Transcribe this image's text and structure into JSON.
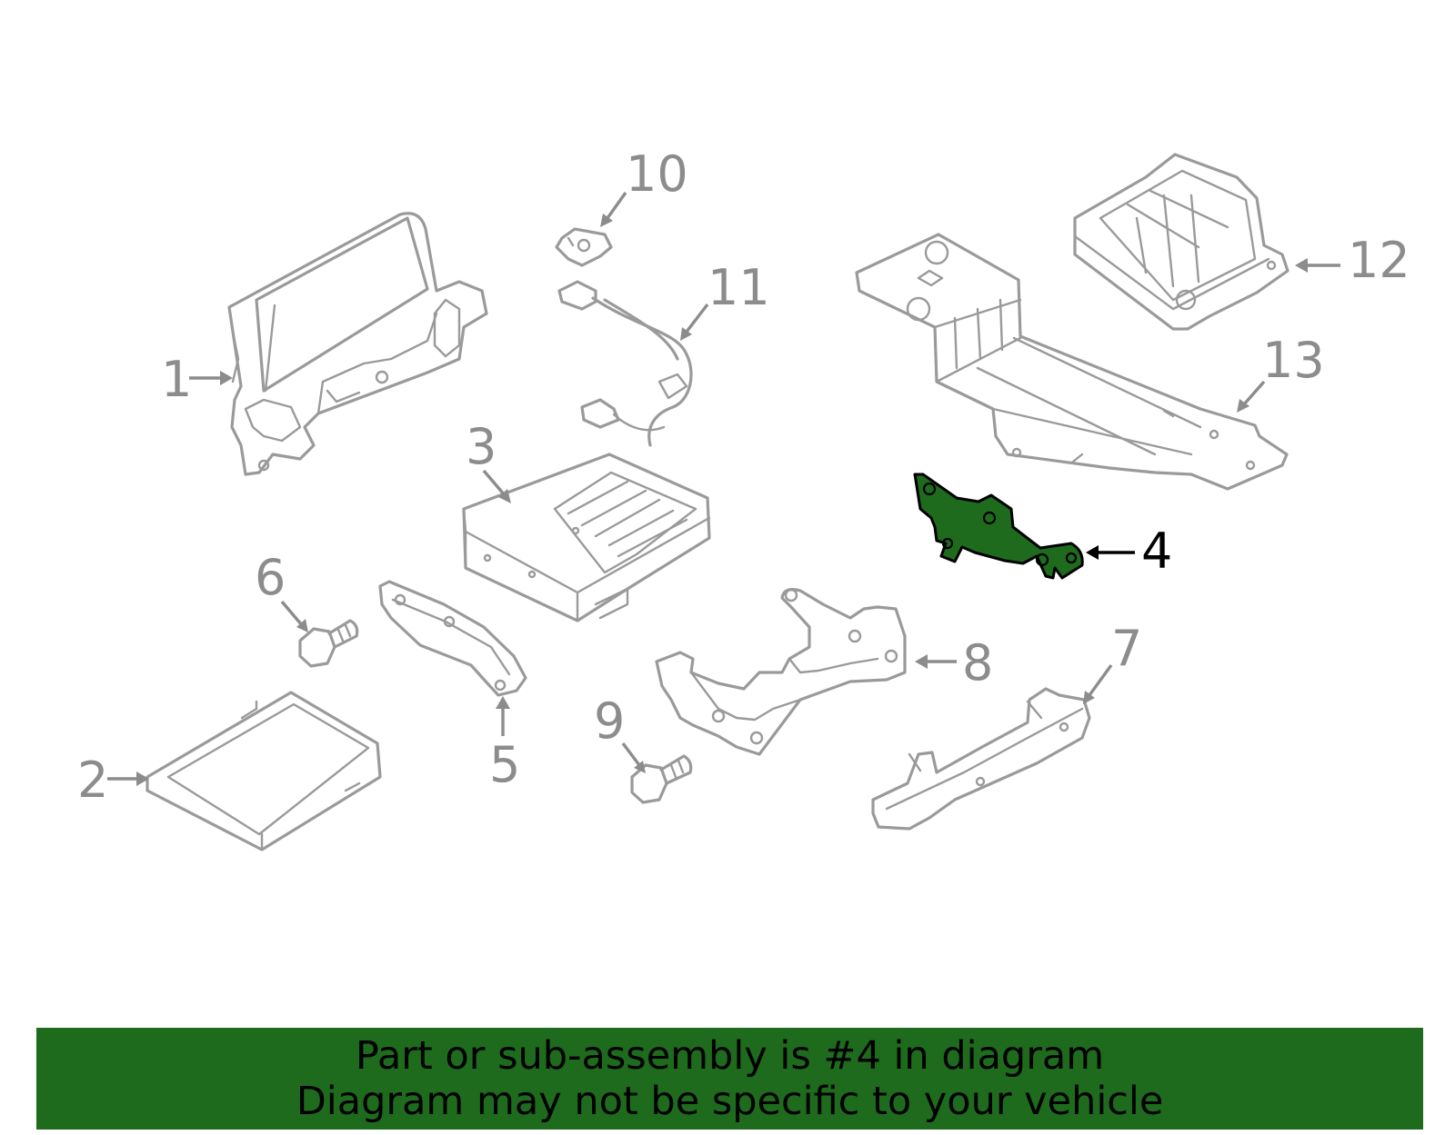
{
  "banner": {
    "line1": "Part or sub-assembly is #4 in diagram",
    "line2": "Diagram may not be specific to your vehicle"
  },
  "colors": {
    "highlight": "#1e6b1e",
    "part_outline": "#9a9a9a",
    "callout_text": "#8c8c8c",
    "active_text": "#000000"
  },
  "highlighted_part": "4",
  "callouts": {
    "c1": "1",
    "c2": "2",
    "c3": "3",
    "c4": "4",
    "c5": "5",
    "c6": "6",
    "c7": "7",
    "c8": "8",
    "c9": "9",
    "c10": "10",
    "c11": "11",
    "c12": "12",
    "c13": "13"
  }
}
